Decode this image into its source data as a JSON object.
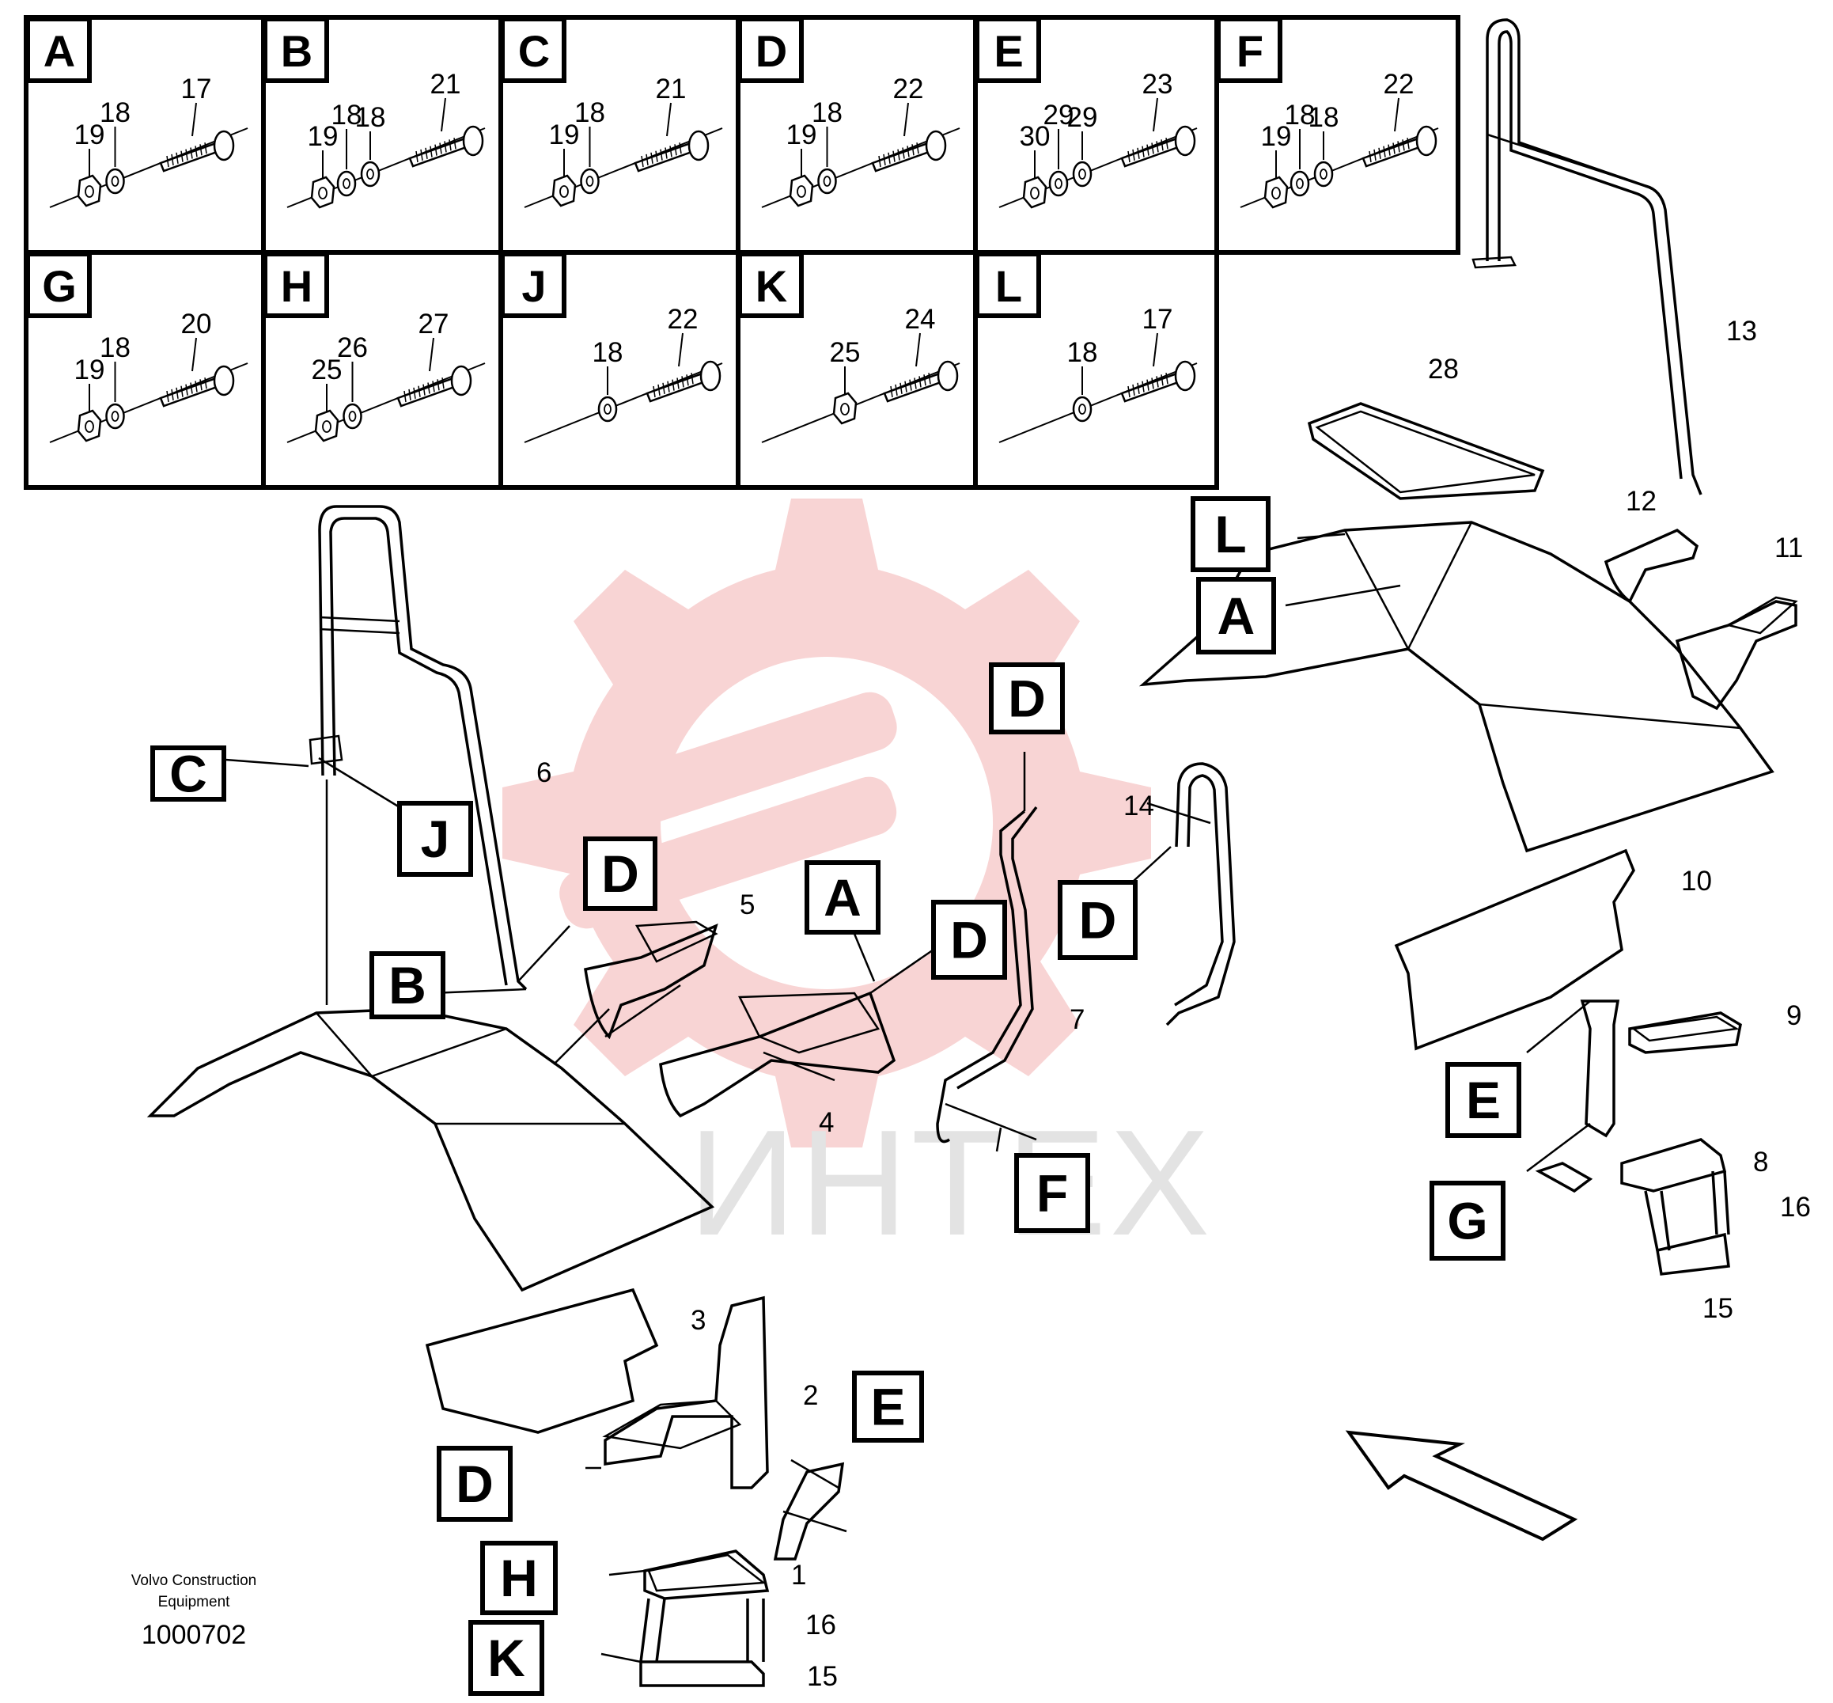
{
  "watermark": {
    "text": "ИНТЕХ",
    "gear_color": "#f6c6c6"
  },
  "fastener_table": [
    {
      "letter": "A",
      "labels": [
        "19",
        "18",
        "17"
      ]
    },
    {
      "letter": "B",
      "labels": [
        "19",
        "18",
        "18",
        "21"
      ]
    },
    {
      "letter": "C",
      "labels": [
        "19",
        "18",
        "21"
      ]
    },
    {
      "letter": "D",
      "labels": [
        "19",
        "18",
        "22"
      ]
    },
    {
      "letter": "E",
      "labels": [
        "30",
        "29",
        "29",
        "23"
      ]
    },
    {
      "letter": "F",
      "labels": [
        "19",
        "18",
        "18",
        "22"
      ]
    },
    {
      "letter": "G",
      "labels": [
        "19",
        "18",
        "20"
      ]
    },
    {
      "letter": "H",
      "labels": [
        "25",
        "26",
        "27"
      ]
    },
    {
      "letter": "J",
      "labels": [
        "18",
        "22"
      ]
    },
    {
      "letter": "K",
      "labels": [
        "25",
        "24"
      ]
    },
    {
      "letter": "L",
      "labels": [
        "18",
        "17"
      ]
    }
  ],
  "callouts": [
    "C",
    "J",
    "D",
    "B",
    "A",
    "D",
    "D",
    "D",
    "F",
    "L",
    "A",
    "E",
    "G",
    "E",
    "D",
    "H",
    "K"
  ],
  "part_numbers": [
    "1",
    "2",
    "3",
    "4",
    "5",
    "6",
    "7",
    "8",
    "9",
    "10",
    "11",
    "12",
    "13",
    "14",
    "15",
    "16",
    "16",
    "15",
    "28"
  ],
  "footer": {
    "line1": "Volvo Construction",
    "line2": "Equipment",
    "number": "1000702"
  }
}
